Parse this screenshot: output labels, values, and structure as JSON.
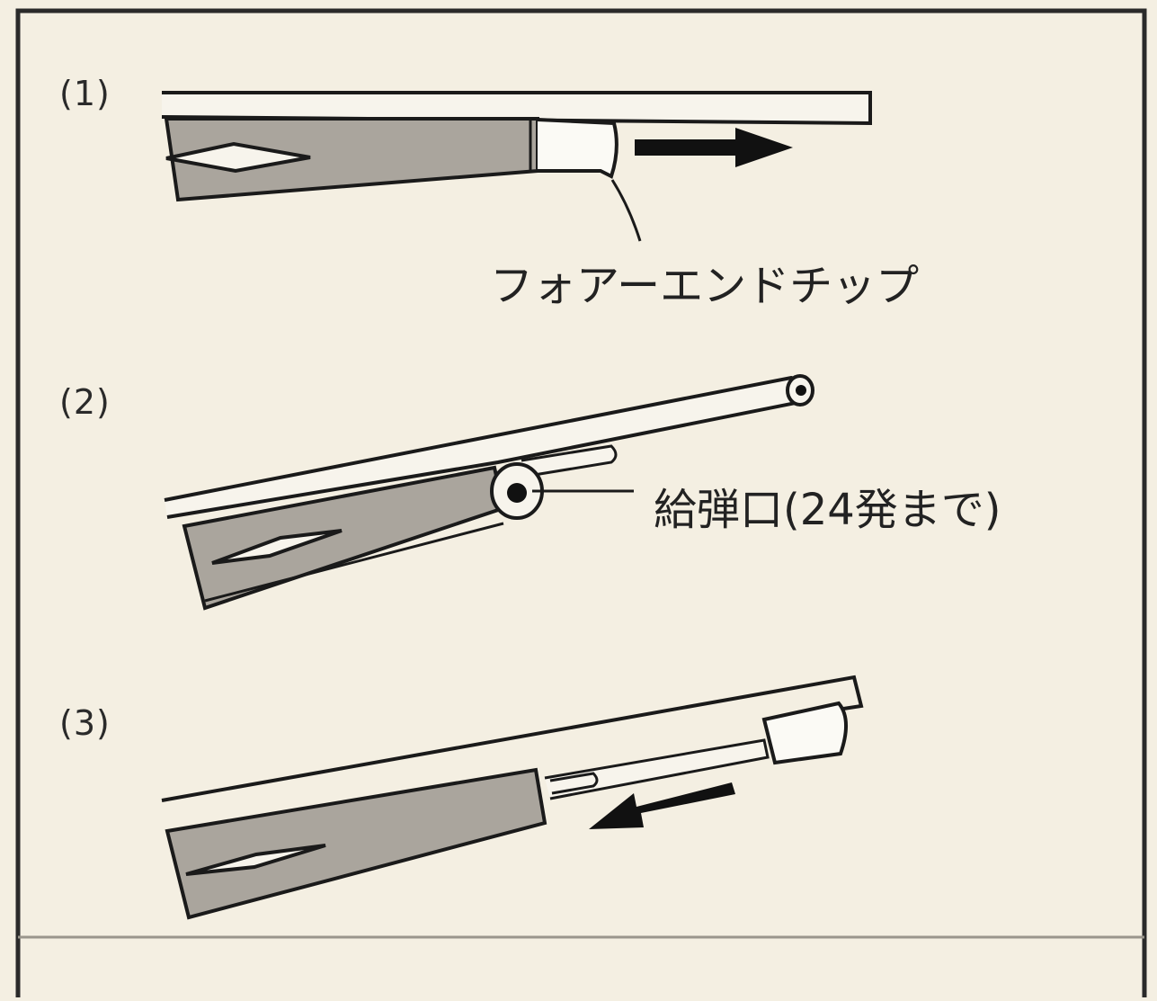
{
  "steps": [
    {
      "number": "(1)",
      "callout": "フォアーエンドチップ",
      "arrow_direction": "right"
    },
    {
      "number": "(2)",
      "callout": "給弾口(24発まで)"
    },
    {
      "number": "(3)",
      "arrow_direction": "left"
    }
  ],
  "colors": {
    "paper": "#f4efe2",
    "stock_fill": "#aaa59d",
    "ink": "#1a1a1a",
    "frame": "#2a2a2a"
  }
}
